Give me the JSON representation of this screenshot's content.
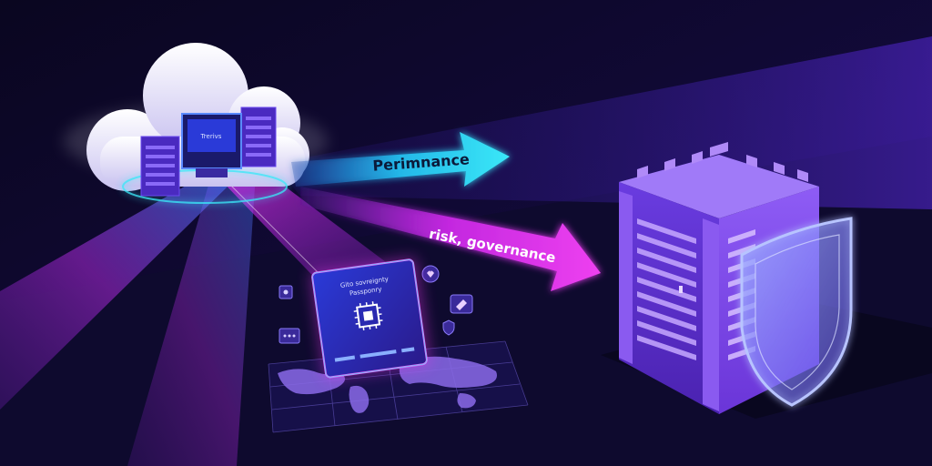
{
  "cloud": {
    "monitor_text": "Trerivs"
  },
  "arrows": {
    "top": {
      "label": "Perimnance",
      "color": "#2ad9f0"
    },
    "bottom": {
      "label": "risk, governance",
      "color": "#e234e6"
    }
  },
  "passport": {
    "title_line1": "Gito sovreignty",
    "title_line2": "Passponry"
  },
  "colors": {
    "background": "#0b0726",
    "accent_cyan": "#2ad9f0",
    "accent_magenta": "#e234e6",
    "accent_purple": "#7a3df0"
  },
  "icons": {
    "server": "server-rack-icon",
    "shield": "shield-icon",
    "cloud": "cloud-icon",
    "chip": "chip-icon",
    "map": "world-map-icon"
  }
}
